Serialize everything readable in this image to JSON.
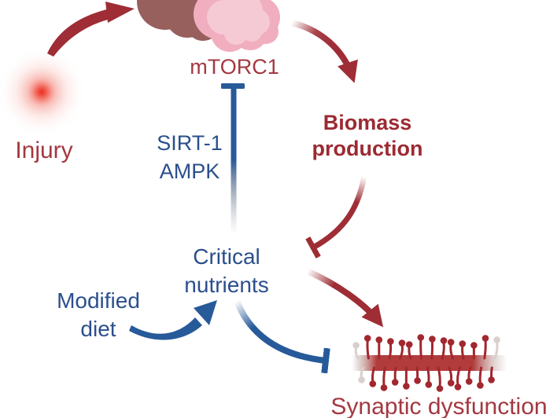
{
  "diagram": {
    "background": "#ffffff",
    "nodes": {
      "injury": {
        "label": "Injury"
      },
      "mtorc1": {
        "label": "mTORC1"
      },
      "sirt1": {
        "label": "SIRT-1"
      },
      "ampk": {
        "label": "AMPK"
      },
      "biomass": {
        "label": "Biomass production"
      },
      "critical_nutrients": {
        "label": "Critical nutrients"
      },
      "modified_diet": {
        "label": "Modified diet"
      },
      "synaptic_dysfunction": {
        "label": "Synaptic dysfunction"
      }
    },
    "edges": [
      {
        "from": "Injury",
        "to": "mTORC1",
        "type": "activation",
        "color": "#9E2D35"
      },
      {
        "from": "SIRT-1 / AMPK",
        "to": "mTORC1",
        "type": "inhibition",
        "color": "#275A99"
      },
      {
        "from": "mTORC1",
        "to": "Biomass production",
        "type": "activation",
        "color": "#9E2D35"
      },
      {
        "from": "Biomass production",
        "to": "Critical nutrients",
        "type": "inhibition",
        "color": "#9E2D35"
      },
      {
        "from": "Modified diet",
        "to": "Critical nutrients",
        "type": "activation",
        "color": "#275A99"
      },
      {
        "from": "Critical nutrients",
        "to": "Synaptic dysfunction",
        "type": "inhibition",
        "color": "#275A99"
      },
      {
        "from": "Biomass production",
        "to": "Synaptic dysfunction",
        "type": "activation",
        "color": "#9E2D35"
      }
    ],
    "colors": {
      "red_text": "#A33840",
      "red_bold_text": "#9C2A32",
      "red_arrow": "#9E2D35",
      "blue_text": "#2B4F8C",
      "blue_arrow": "#275A99",
      "injury_glow_core": "#ED2B1F",
      "brain_dark_lobe": "#97605D",
      "brain_pink_lobe": "#F0AEBF",
      "brain_pink_inner": "#F6CAD5",
      "dendrite_bar": "#B23C3C",
      "dendrite_spine": "#A2272E",
      "dendrite_spine_pale": "#D9D0CD"
    }
  }
}
